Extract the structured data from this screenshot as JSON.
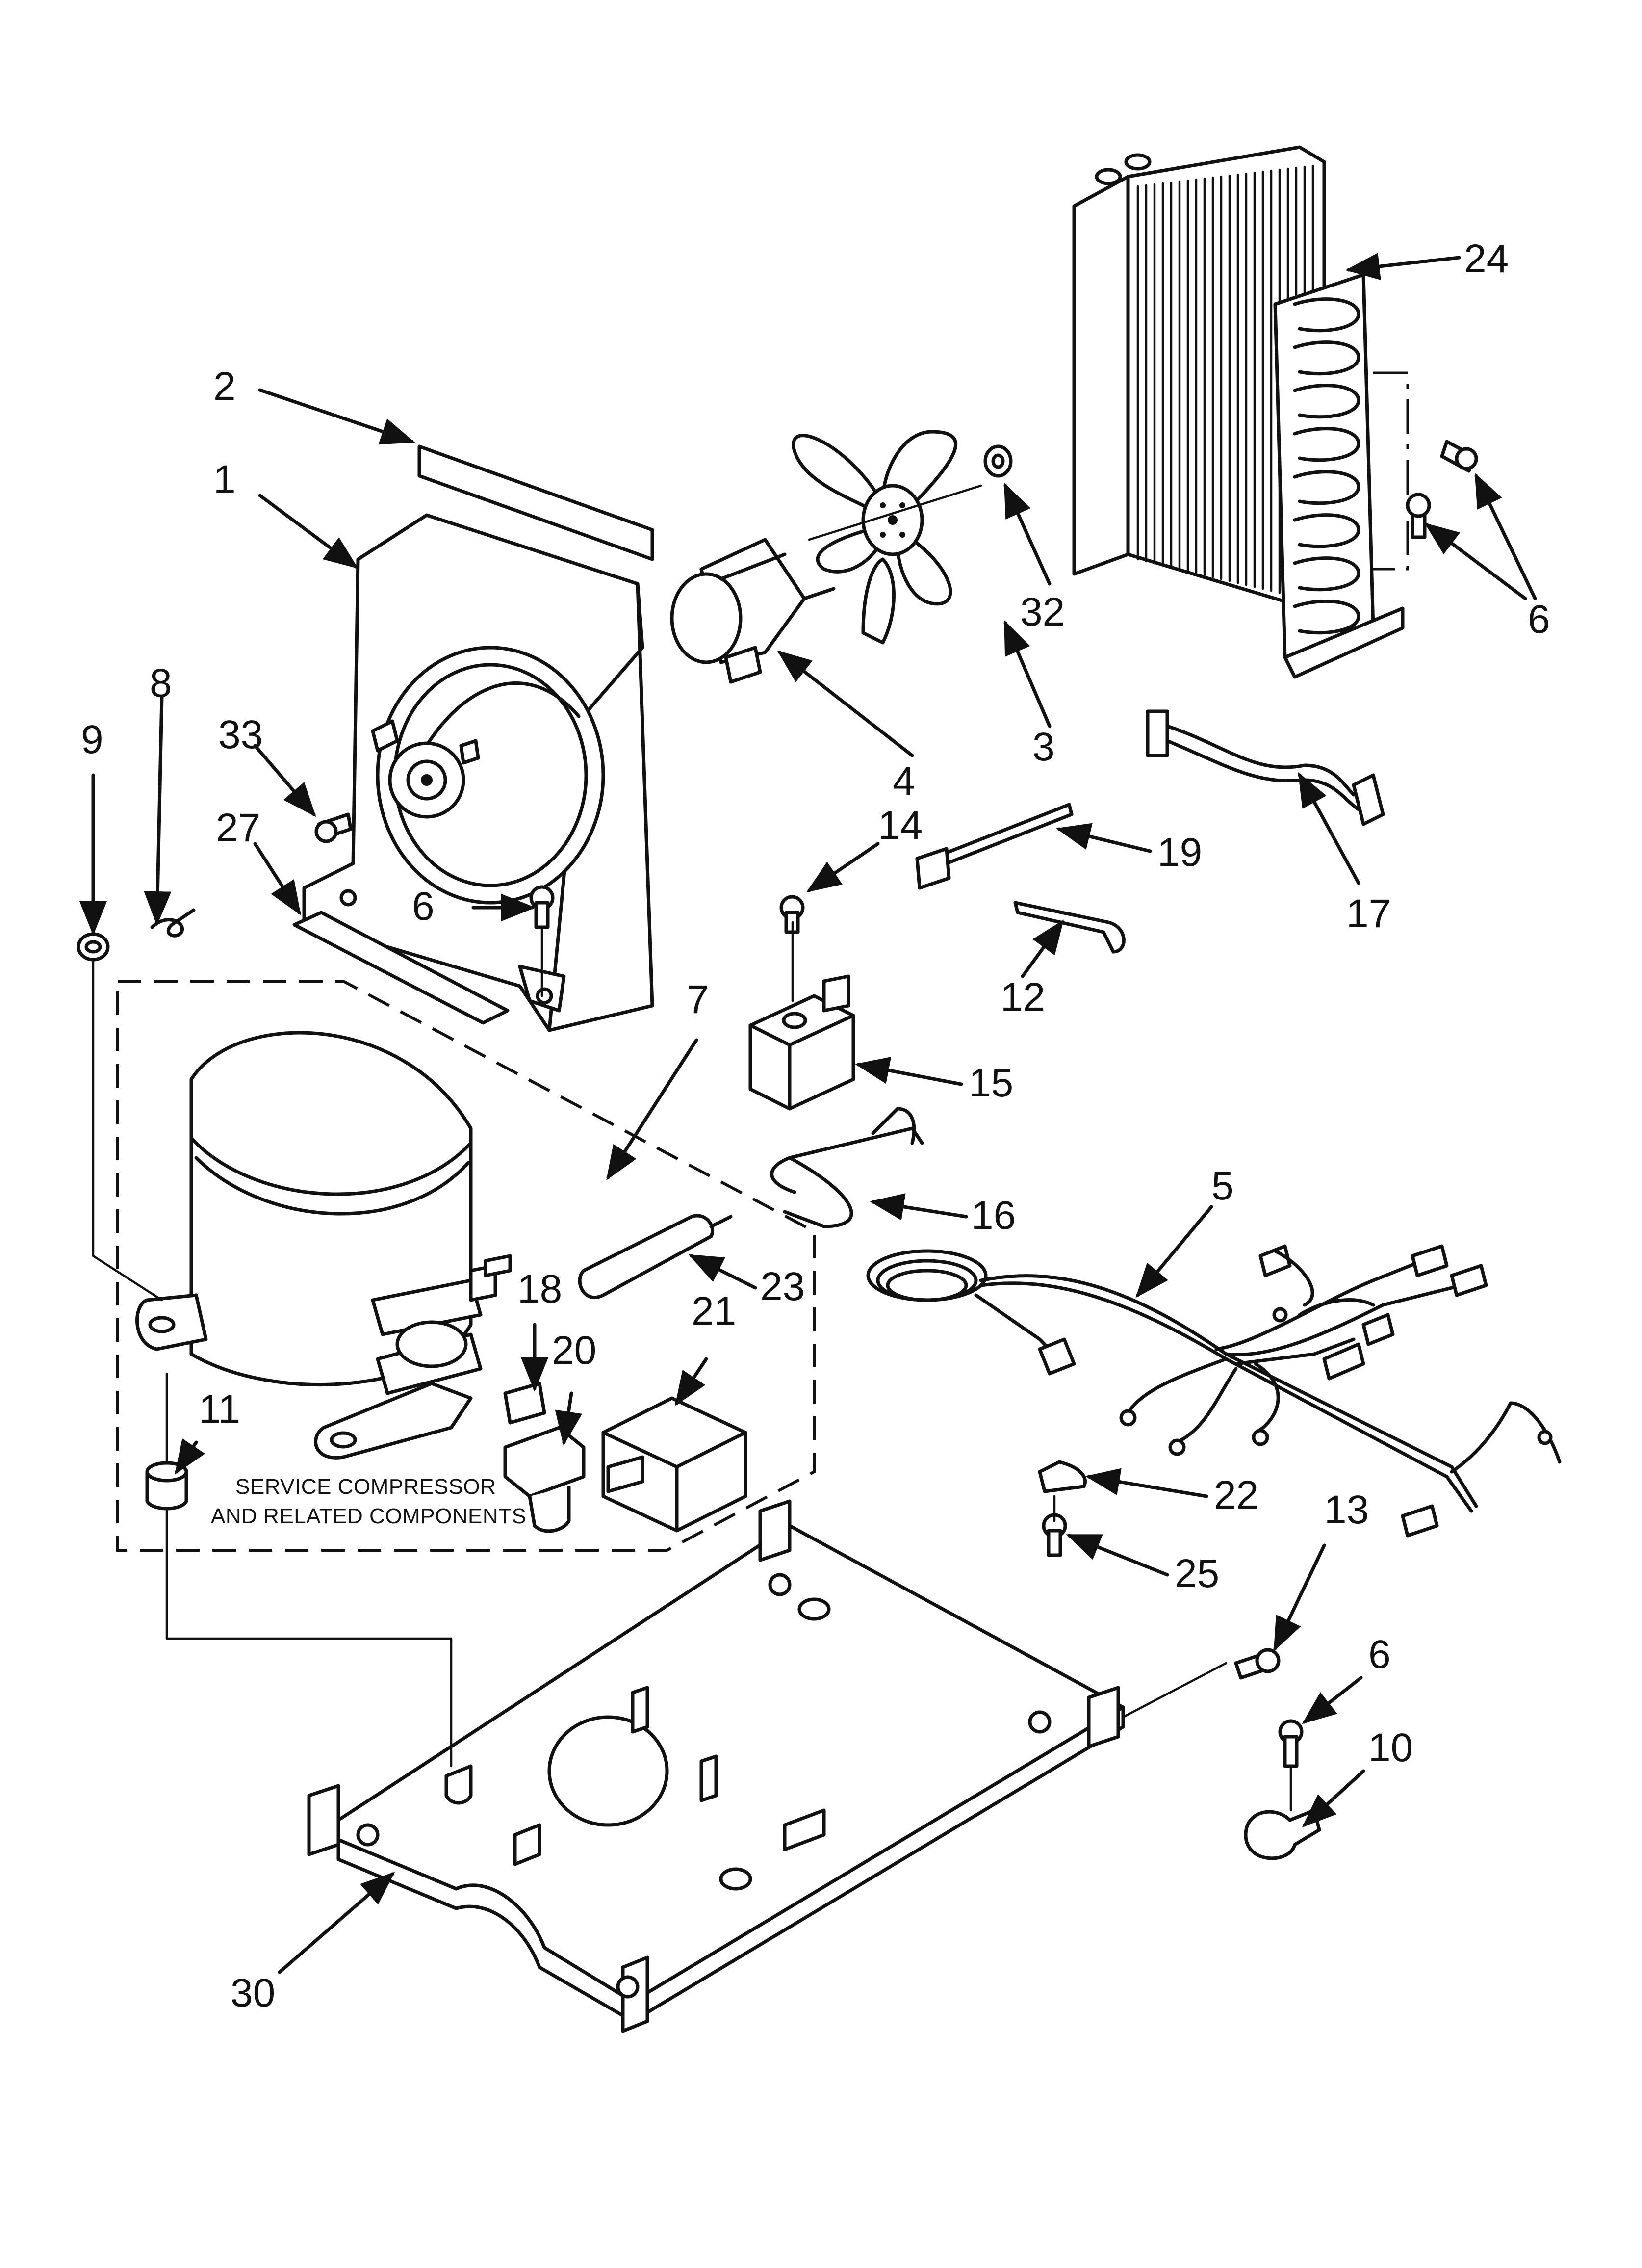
{
  "callouts": [
    "1",
    "2",
    "3",
    "4",
    "5",
    "6",
    "7",
    "8",
    "9",
    "10",
    "11",
    "12",
    "13",
    "14",
    "15",
    "16",
    "17",
    "19",
    "20",
    "21",
    "22",
    "23",
    "24",
    "25",
    "27",
    "30",
    "32",
    "33",
    "18"
  ],
  "labels": {
    "n1": "1",
    "n2": "2",
    "n3": "3",
    "n4": "4",
    "n5": "5",
    "n6a": "6",
    "n6b": "6",
    "n6c": "6",
    "n7": "7",
    "n8": "8",
    "n9": "9",
    "n10": "10",
    "n11": "11",
    "n12": "12",
    "n13": "13",
    "n14": "14",
    "n15": "15",
    "n16": "16",
    "n17": "17",
    "n18": "18",
    "n19": "19",
    "n20": "20",
    "n21": "21",
    "n22": "22",
    "n23": "23",
    "n24": "24",
    "n25": "25",
    "n27": "27",
    "n30": "30",
    "n32": "32",
    "n33": "33"
  },
  "notes": {
    "service_line1": "SERVICE COMPRESSOR",
    "service_line2": "AND RELATED COMPONENTS"
  }
}
